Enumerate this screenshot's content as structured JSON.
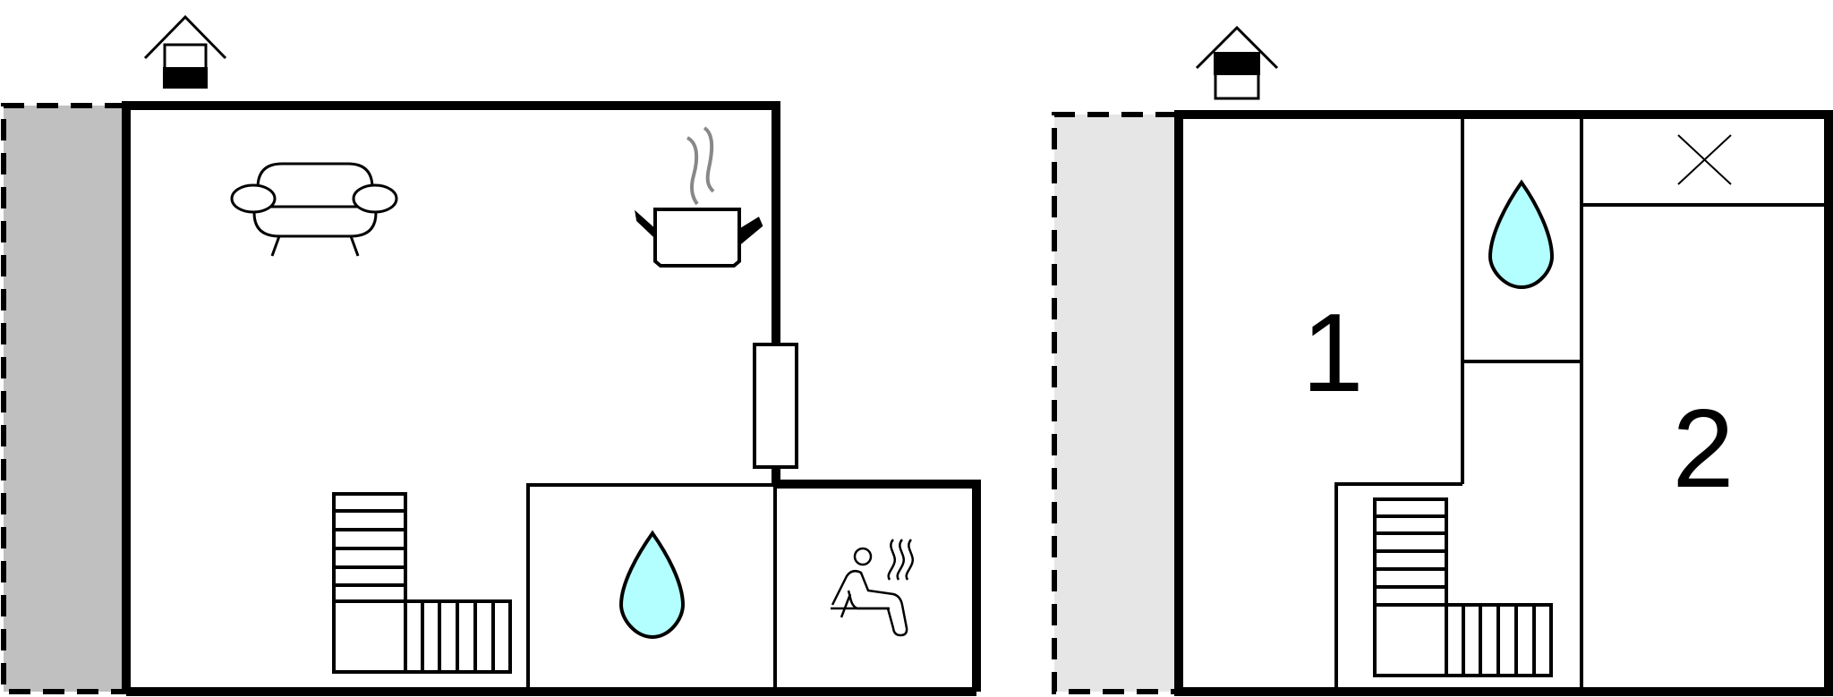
{
  "floors": [
    {
      "name": "ground-floor",
      "icons": [
        "house-level-icon",
        "sofa-icon",
        "cooking-pot-icon",
        "water-drop-icon",
        "sauna-icon",
        "staircase-icon",
        "door-icon"
      ],
      "rooms": []
    },
    {
      "name": "upper-floor",
      "icons": [
        "house-level-icon",
        "water-drop-icon",
        "cross-icon",
        "staircase-icon"
      ],
      "rooms": [
        {
          "label": "1"
        },
        {
          "label": "2"
        }
      ]
    }
  ],
  "colors": {
    "wall": "#000000",
    "terrace_ground": "#c0c0c0",
    "terrace_upper": "#e6e6e6",
    "water": "#b3ffff",
    "steam": "#888888"
  }
}
